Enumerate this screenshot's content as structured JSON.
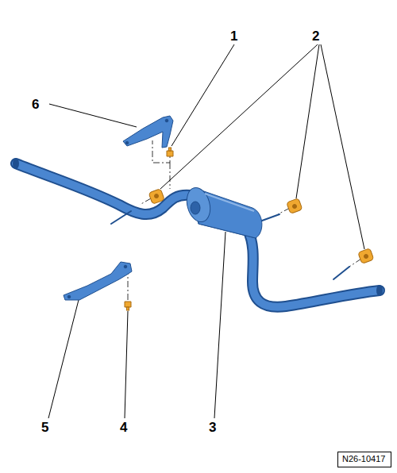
{
  "diagram": {
    "nodes": [
      {
        "text": [
          "N26-10417"
        ]
      }
    ],
    "labels": [
      "1",
      "2",
      "3",
      "4",
      "5",
      "6"
    ]
  }
}
